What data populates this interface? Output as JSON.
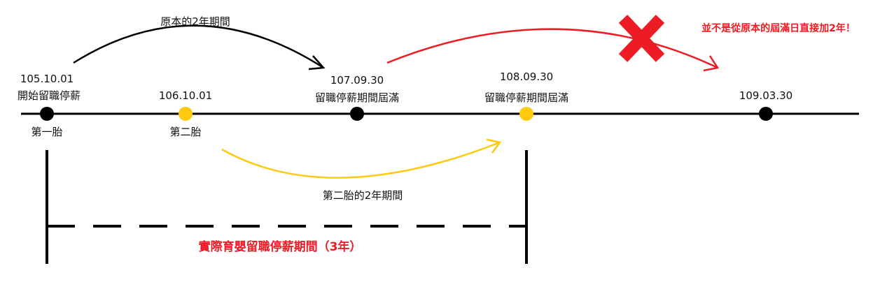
{
  "colors": {
    "black": "#000000",
    "yellow": "#FFC90E",
    "red": "#ED1C24"
  },
  "top_arrow_label": "原本的2年期間",
  "events": [
    {
      "date": "105.10.01",
      "label": "開始留職停薪",
      "sub": "第一胎",
      "color": "black"
    },
    {
      "date": "106.10.01",
      "label": "",
      "sub": "第二胎",
      "color": "yellow"
    },
    {
      "date": "107.09.30",
      "label": "留職停薪期間屆滿",
      "sub": "",
      "color": "black"
    },
    {
      "date": "108.09.30",
      "label": "留職停薪期間屆滿",
      "sub": "",
      "color": "yellow"
    },
    {
      "date": "109.03.30",
      "label": "",
      "sub": "",
      "color": "black"
    }
  ],
  "yellow_arrow_label": "第二胎的2年期間",
  "wrong_note": "並不是從原本的屆滿日直接加2年！",
  "actual_period_label": "實際育嬰留職停薪期間（3年）",
  "wrong_icon": "cross-icon"
}
